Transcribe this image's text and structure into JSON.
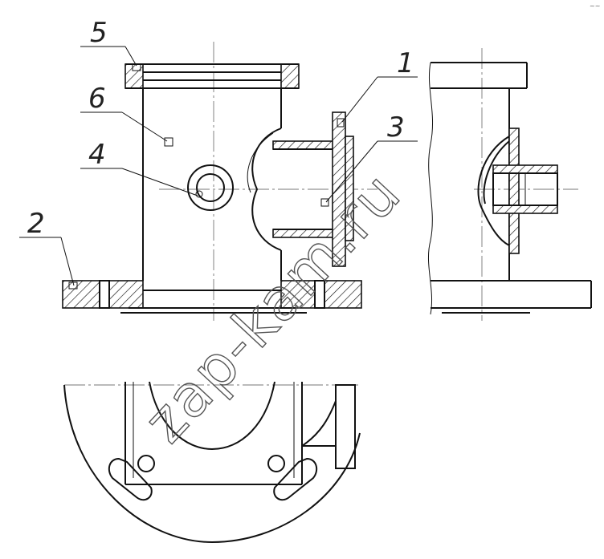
{
  "callouts": [
    {
      "number": "5"
    },
    {
      "number": "6"
    },
    {
      "number": "4"
    },
    {
      "number": "2"
    },
    {
      "number": "1"
    },
    {
      "number": "3"
    }
  ],
  "watermark": "zap-kam.ru",
  "corner_mark": "~~"
}
